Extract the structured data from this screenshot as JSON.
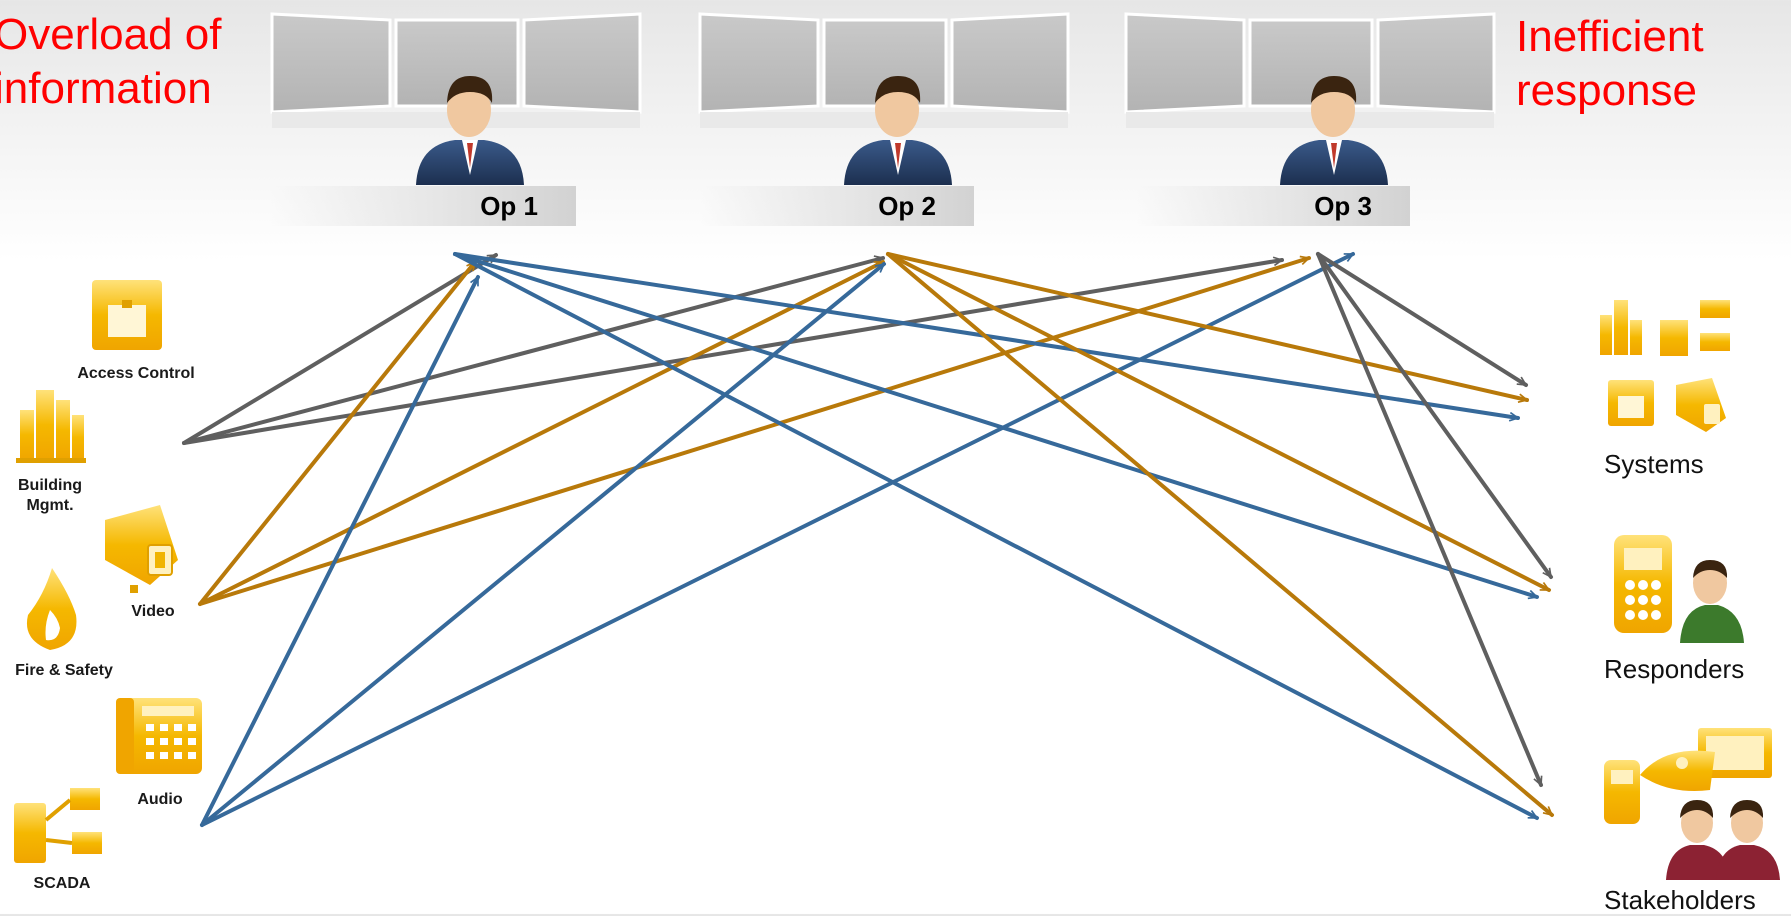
{
  "headlines": {
    "left": "Overload of\ninformation",
    "right": "Inefficient\nresponse"
  },
  "operators": [
    {
      "label": "Op 1"
    },
    {
      "label": "Op 2"
    },
    {
      "label": "Op 3"
    }
  ],
  "sources": [
    {
      "label": "Access Control",
      "icon": "access-control-icon"
    },
    {
      "label": "Building\nMgmt.",
      "icon": "building-icon"
    },
    {
      "label": "Video",
      "icon": "video-camera-icon"
    },
    {
      "label": "Fire & Safety",
      "icon": "fire-icon"
    },
    {
      "label": "Audio",
      "icon": "telephone-icon"
    },
    {
      "label": "SCADA",
      "icon": "scada-network-icon"
    }
  ],
  "destinations": [
    {
      "label": "Systems"
    },
    {
      "label": "Responders"
    },
    {
      "label": "Stakeholders"
    }
  ],
  "colors": {
    "headline": "#ff0000",
    "gray_arrow": "#5f5f5f",
    "gold_arrow": "#b8790a",
    "blue_arrow": "#36699a",
    "icon_gold": "#f5b800"
  }
}
